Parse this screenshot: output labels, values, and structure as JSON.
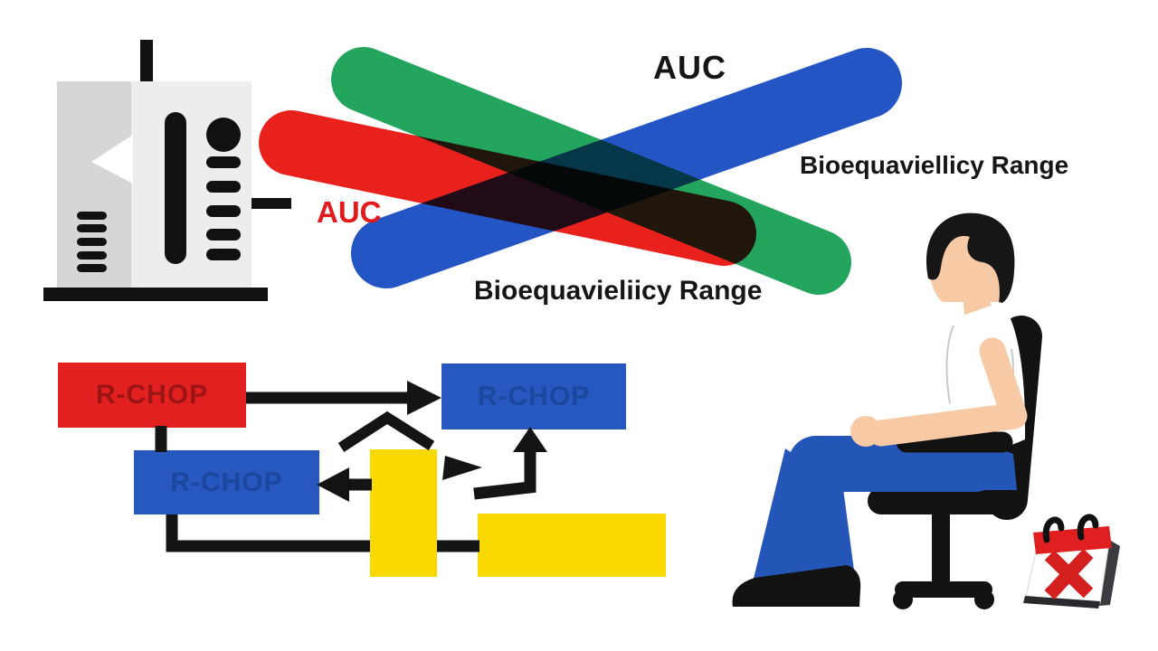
{
  "illustration": {
    "description": "flat infographic: dispenser machine, three crossing capsule bars, R-CHOP flowchart, person sitting on office chair, cancelled calendar",
    "background": "#ffffff"
  },
  "venn": {
    "label_auc_top": "AUC",
    "label_auc_left": "AUC",
    "label_range_right": "Bioequaviellicy Range",
    "label_range_bottom": "Bioequavieliicy Range",
    "bar_colors": {
      "green": "#23a55e",
      "red": "#e8211d",
      "blue": "#2355c4"
    },
    "label_colors": {
      "black": "#161616",
      "red": "#e11a1c"
    }
  },
  "flowchart": {
    "boxes": [
      {
        "id": "red-box",
        "label": "R-CHOP",
        "bg": "#e32020",
        "text_color": "#9c1414"
      },
      {
        "id": "blue-box-top-right",
        "label": "R-CHOP",
        "bg": "#2658c0",
        "text_color": "#1c479e"
      },
      {
        "id": "blue-box-mid-left",
        "label": "R-CHOP",
        "bg": "#2658c0",
        "text_color": "#1c479e"
      },
      {
        "id": "yellow-box-vertical",
        "label": "",
        "bg": "#f9d900"
      },
      {
        "id": "yellow-box-horizontal",
        "label": "",
        "bg": "#f9d900"
      }
    ],
    "arrow_color": "#141414"
  },
  "machine": {
    "body_colors": [
      "#d6d6d6",
      "#ededed"
    ],
    "detail_color": "#111111"
  },
  "person": {
    "skin": "#f7c9a4",
    "hair": "#161616",
    "shirt": "#ffffff",
    "pants": "#2456b8",
    "shoe": "#121212",
    "chair": "#121212"
  },
  "calendar": {
    "header_color": "#e02020",
    "x_color": "#d41f1f",
    "page_color": "#ffffff",
    "side_color": "#3b3b40"
  }
}
